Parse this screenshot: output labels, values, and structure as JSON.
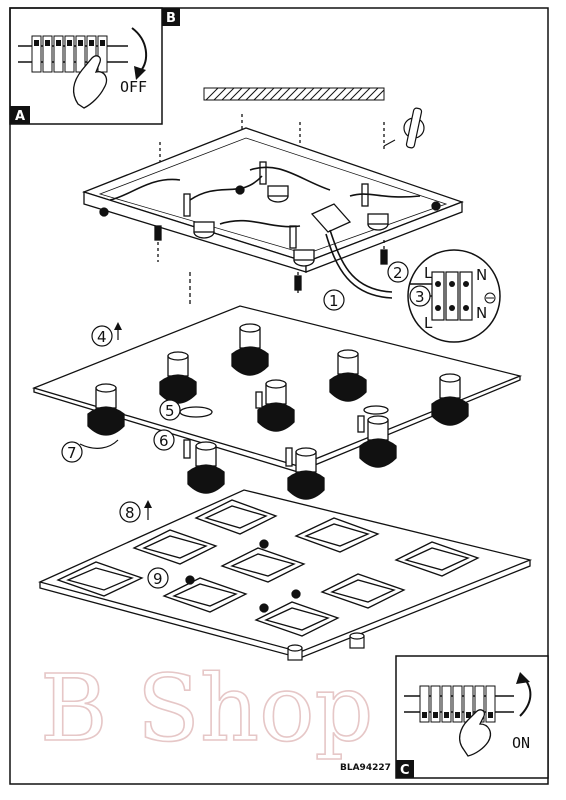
{
  "panels": {
    "a_label": "A",
    "b_label": "B",
    "c_label": "C",
    "off_label": "OFF",
    "on_label": "ON"
  },
  "callouts": {
    "s1": "1",
    "s2": "2",
    "s3": "3",
    "s4": "4",
    "s5": "5",
    "s6": "6",
    "s7": "7",
    "s8": "8",
    "s9": "9"
  },
  "terminal": {
    "l_top": "L",
    "n_top": "N",
    "l_bot": "L",
    "n_bot": "N"
  },
  "watermark": "B Shop",
  "model_code": "BLA94227",
  "colors": {
    "line": "#111111",
    "watermark": "#e6c7c7"
  }
}
